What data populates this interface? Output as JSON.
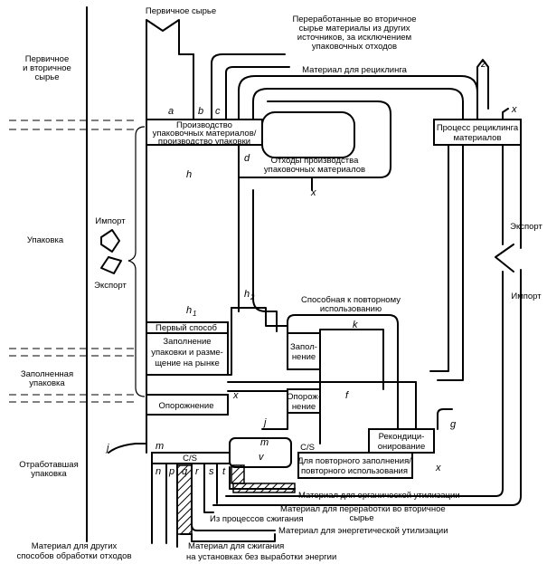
{
  "stages": {
    "primary": [
      "Первичное",
      "и вторичное",
      "сырье"
    ],
    "packaging": "Упаковка",
    "filled": [
      "Заполненная",
      "упаковка"
    ],
    "used": [
      "Отработавшая",
      "упаковка"
    ],
    "other": [
      "Материал для других",
      "способов обработки отходов"
    ]
  },
  "top": {
    "raw": "Первичное сырье",
    "recycled": [
      "Переработанные во вторичное",
      "сырье материалы из других",
      "источников, за исключением",
      "упаковочных отходов"
    ],
    "recycling_material": "Материал для рециклинга"
  },
  "boxes": {
    "production": [
      "Производство",
      "упаковочных материалов/",
      "производство упаковки"
    ],
    "waste": [
      "Отходы производства",
      "упаковочных материалов"
    ],
    "recycling_process": [
      "Процесс рециклинга",
      "материалов"
    ],
    "first_way": "Первый способ",
    "filling_market": [
      "Заполнение",
      "упаковки и разме-",
      "щение на рынке"
    ],
    "emptying": "Опорожнение",
    "filling": [
      "Запол-",
      "нение"
    ],
    "emptying2": [
      "Опорож-",
      "нение"
    ],
    "recond": [
      "Рекондици-",
      "онирование"
    ],
    "refill": [
      "Для повторного заполнения/",
      "повторного использования"
    ],
    "cs1": "C/S",
    "cs2": "C/S"
  },
  "labels": {
    "import_left": "Импорт",
    "export_left": "Экспорт",
    "export_right": "Экспорт",
    "import_right": "Импорт",
    "reusable": [
      "Способная к повторному",
      "использованию"
    ]
  },
  "outputs": {
    "organic": "Материал для органической утилизации",
    "secondary": [
      "Материал для переработки во вторичное",
      "сырье"
    ],
    "incineration": "Из процессов сжигания",
    "energy": "Материал для энергетической утилизации",
    "burn": "Материал для сжигания",
    "no_energy": "на установках без выработки энергии"
  },
  "letters": {
    "a": "a",
    "b": "b",
    "c": "c",
    "d": "d",
    "h": "h",
    "h1": "h",
    "h1sub": "1",
    "h2": "h",
    "h2sub": "2",
    "k": "k",
    "f": "f",
    "g": "g",
    "j1": "j",
    "j2": "j",
    "m1": "m",
    "m2": "m",
    "n": "n",
    "p": "p",
    "q": "q",
    "r": "r",
    "s": "s",
    "t": "t",
    "v": "v",
    "x1": "x",
    "x2": "x",
    "x3": "x",
    "x4": "x",
    "z": "z"
  }
}
